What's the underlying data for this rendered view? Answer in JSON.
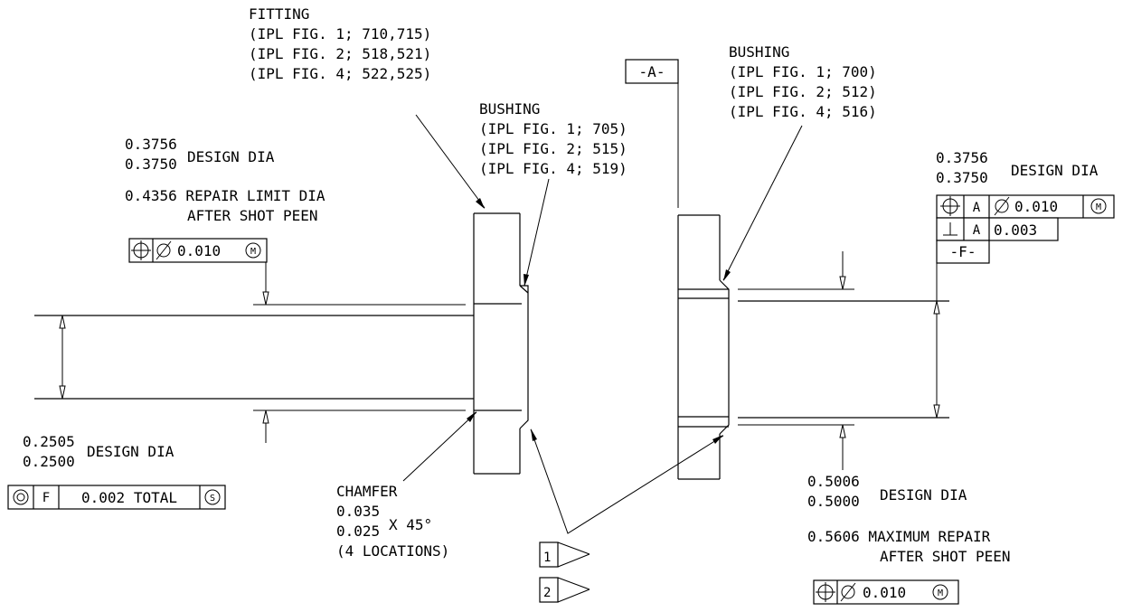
{
  "fitting_callout": {
    "title": "FITTING",
    "lines": [
      "(IPL FIG. 1; 710,715)",
      "(IPL FIG. 2; 518,521)",
      "(IPL FIG. 4; 522,525)"
    ]
  },
  "bushing_left_callout": {
    "title": "BUSHING",
    "lines": [
      "(IPL FIG. 1; 705)",
      "(IPL FIG. 2; 515)",
      "(IPL FIG. 4; 519)"
    ]
  },
  "bushing_right_callout": {
    "title": "BUSHING",
    "lines": [
      "(IPL FIG. 1; 700)",
      "(IPL FIG. 2; 512)",
      "(IPL FIG. 4; 516)"
    ]
  },
  "datum_a": "-A-",
  "datum_f": "-F-",
  "left_upper_dim": {
    "max": "0.3756",
    "min": "0.3750",
    "label": "DESIGN DIA",
    "repair_line1": "0.4356 REPAIR LIMIT DIA",
    "repair_line2": "AFTER SHOT PEEN",
    "fcf_tol": "0.010",
    "fcf_mod": "M"
  },
  "left_lower_dim": {
    "max": "0.2505",
    "min": "0.2500",
    "label": "DESIGN DIA",
    "fcf_datum": "F",
    "fcf_tol": "0.002 TOTAL",
    "fcf_mod": "S"
  },
  "chamfer": {
    "title": "CHAMFER",
    "max": "0.035",
    "min": "0.025",
    "angle": "X 45°",
    "note": "(4 LOCATIONS)"
  },
  "right_upper_dim": {
    "max": "0.3756",
    "min": "0.3750",
    "label": "DESIGN DIA",
    "fcf1_datum": "A",
    "fcf1_tol": "0.010",
    "fcf1_mod": "M",
    "fcf2_datum": "A",
    "fcf2_tol": "0.003"
  },
  "right_lower_dim": {
    "max": "0.5006",
    "min": "0.5000",
    "label": "DESIGN DIA",
    "repair_line1": "0.5606 MAXIMUM REPAIR",
    "repair_line2": "AFTER SHOT PEEN",
    "fcf_tol": "0.010",
    "fcf_mod": "M"
  },
  "flags": [
    "1",
    "2"
  ]
}
